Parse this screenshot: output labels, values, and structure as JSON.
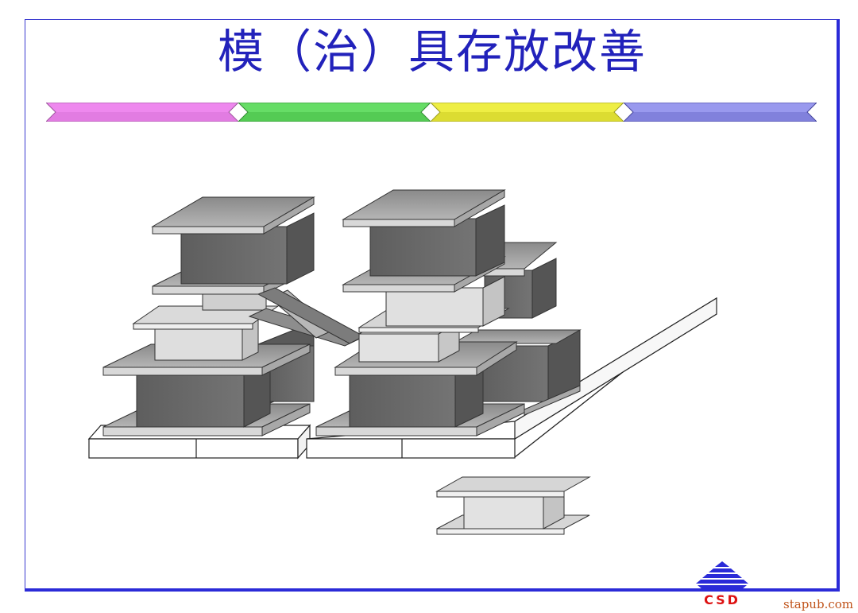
{
  "slide": {
    "title": "模（治）具存放改善"
  },
  "stripe_bar": {
    "segments": [
      {
        "name": "pink",
        "color": "#ee88ee"
      },
      {
        "name": "green",
        "color": "#66dd66"
      },
      {
        "name": "yellow",
        "color": "#eeee44"
      },
      {
        "name": "blue",
        "color": "#9999ee"
      }
    ]
  },
  "colors": {
    "frame": "#2b2bd8",
    "title": "#2222bb",
    "dark_block": "#6a6a6a",
    "light_block": "#d8d8d8",
    "plate": "#9a9a9a",
    "logo_blue": "#2b2bd8",
    "logo_text": "#dd1111"
  },
  "logo": {
    "text": "CSD"
  },
  "watermark": {
    "text": "stapub.com"
  }
}
